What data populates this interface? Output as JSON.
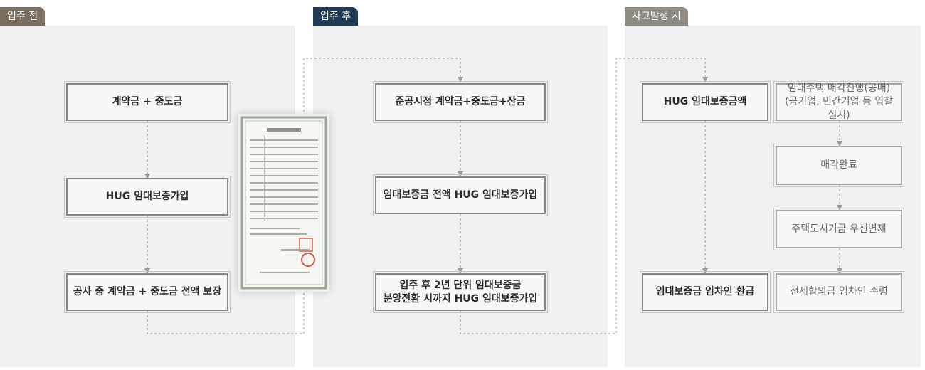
{
  "sections": {
    "before": {
      "tab": "입주 전",
      "tab_color": "#7a6e61"
    },
    "after": {
      "tab": "입주 후",
      "tab_color": "#203a56"
    },
    "accident": {
      "tab": "사고발생 시",
      "tab_color": "#8f8a84"
    }
  },
  "boxes": {
    "b1": "계약금 + 중도금",
    "b2": "HUG 임대보증가입",
    "b3": "공사 중 계약금 + 중도금 전액 보장",
    "a1": "준공시점 계약금+중도금+잔금",
    "a2": "임대보증금 전액 HUG 임대보증가입",
    "a3_line1": "입주 후 2년 단위 임대보증금",
    "a3_line2": "분양전환 시까지 HUG 임대보증가입",
    "c1": "HUG 임대보증금액",
    "c2": "임대보증금 임차인 환급",
    "d1_line1": "임대주택 매각진행(공매)",
    "d1_line2": "(공기업, 민간기업 등 입찰실시)",
    "d2": "매각완료",
    "d3": "주택도시기금 우선변제",
    "d4": "전세합의금 임차인 수령"
  }
}
